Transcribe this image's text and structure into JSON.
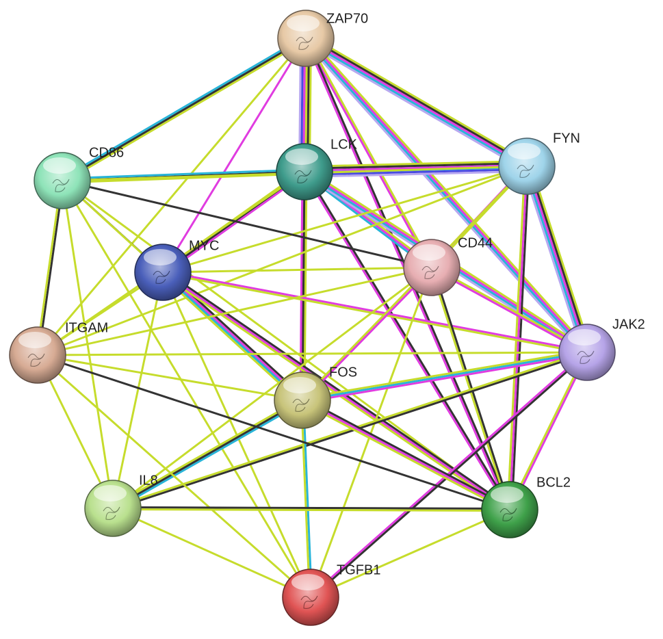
{
  "nodes": [
    {
      "id": "ZAP70",
      "label": "ZAP70",
      "color": "#e7c9a6"
    },
    {
      "id": "LCK",
      "label": "LCK",
      "color": "#3f9c8c"
    },
    {
      "id": "FYN",
      "label": "FYN",
      "color": "#9fd4ea"
    },
    {
      "id": "CD86",
      "label": "CD86",
      "color": "#8ee3b8"
    },
    {
      "id": "MYC",
      "label": "MYC",
      "color": "#4a5fba"
    },
    {
      "id": "CD44",
      "label": "CD44",
      "color": "#e7aeb2"
    },
    {
      "id": "JAK2",
      "label": "JAK2",
      "color": "#b6a4e8"
    },
    {
      "id": "ITGAM",
      "label": "ITGAM",
      "color": "#d7ab94"
    },
    {
      "id": "FOS",
      "label": "FOS",
      "color": "#c8c47a"
    },
    {
      "id": "IL8",
      "label": "IL8",
      "color": "#b9e08e"
    },
    {
      "id": "BCL2",
      "label": "BCL2",
      "color": "#3fa14a"
    },
    {
      "id": "TGFB1",
      "label": "TGFB1",
      "color": "#e05454"
    }
  ],
  "edge_colors": {
    "yellow": "#c6dc2c",
    "black": "#333333",
    "magenta": "#e03ce0",
    "cyan": "#28b4d8",
    "blue": "#4a4ae0",
    "lavender": "#b8a8f0"
  },
  "edges": [
    {
      "a": "ZAP70",
      "b": "LCK",
      "c": [
        "yellow",
        "black",
        "magenta",
        "cyan",
        "blue",
        "lavender"
      ]
    },
    {
      "a": "ZAP70",
      "b": "FYN",
      "c": [
        "yellow",
        "black",
        "magenta",
        "cyan",
        "lavender"
      ]
    },
    {
      "a": "ZAP70",
      "b": "CD86",
      "c": [
        "yellow",
        "black",
        "cyan"
      ]
    },
    {
      "a": "ZAP70",
      "b": "MYC",
      "c": [
        "magenta"
      ]
    },
    {
      "a": "ZAP70",
      "b": "CD44",
      "c": [
        "yellow",
        "magenta"
      ]
    },
    {
      "a": "ZAP70",
      "b": "JAK2",
      "c": [
        "yellow",
        "magenta",
        "cyan",
        "lavender"
      ]
    },
    {
      "a": "ZAP70",
      "b": "FOS",
      "c": [
        "yellow",
        "magenta"
      ]
    },
    {
      "a": "ZAP70",
      "b": "BCL2",
      "c": [
        "black",
        "magenta"
      ]
    },
    {
      "a": "ZAP70",
      "b": "ITGAM",
      "c": [
        "yellow"
      ]
    },
    {
      "a": "LCK",
      "b": "FYN",
      "c": [
        "yellow",
        "black",
        "magenta",
        "cyan",
        "blue",
        "lavender"
      ]
    },
    {
      "a": "LCK",
      "b": "CD86",
      "c": [
        "yellow",
        "black",
        "cyan"
      ]
    },
    {
      "a": "LCK",
      "b": "MYC",
      "c": [
        "magenta",
        "black",
        "yellow"
      ]
    },
    {
      "a": "LCK",
      "b": "CD44",
      "c": [
        "yellow",
        "magenta",
        "cyan"
      ]
    },
    {
      "a": "LCK",
      "b": "JAK2",
      "c": [
        "yellow",
        "magenta",
        "cyan",
        "lavender"
      ]
    },
    {
      "a": "LCK",
      "b": "FOS",
      "c": [
        "yellow",
        "black",
        "magenta"
      ]
    },
    {
      "a": "LCK",
      "b": "BCL2",
      "c": [
        "black",
        "magenta"
      ]
    },
    {
      "a": "LCK",
      "b": "ITGAM",
      "c": [
        "yellow"
      ]
    },
    {
      "a": "FYN",
      "b": "CD86",
      "c": [
        "yellow"
      ]
    },
    {
      "a": "FYN",
      "b": "CD44",
      "c": [
        "yellow",
        "magenta"
      ]
    },
    {
      "a": "FYN",
      "b": "JAK2",
      "c": [
        "yellow",
        "black",
        "magenta",
        "cyan",
        "lavender"
      ]
    },
    {
      "a": "FYN",
      "b": "BCL2",
      "c": [
        "black",
        "magenta",
        "yellow"
      ]
    },
    {
      "a": "FYN",
      "b": "MYC",
      "c": [
        "yellow"
      ]
    },
    {
      "a": "FYN",
      "b": "FOS",
      "c": [
        "yellow"
      ]
    },
    {
      "a": "FYN",
      "b": "ITGAM",
      "c": [
        "yellow"
      ]
    },
    {
      "a": "CD86",
      "b": "MYC",
      "c": [
        "black"
      ]
    },
    {
      "a": "CD86",
      "b": "CD44",
      "c": [
        "black"
      ]
    },
    {
      "a": "CD86",
      "b": "ITGAM",
      "c": [
        "black",
        "yellow"
      ]
    },
    {
      "a": "CD86",
      "b": "IL8",
      "c": [
        "yellow"
      ]
    },
    {
      "a": "CD86",
      "b": "FOS",
      "c": [
        "yellow"
      ]
    },
    {
      "a": "CD86",
      "b": "TGFB1",
      "c": [
        "yellow"
      ]
    },
    {
      "a": "CD86",
      "b": "BCL2",
      "c": [
        "yellow"
      ]
    },
    {
      "a": "MYC",
      "b": "FOS",
      "c": [
        "black",
        "magenta",
        "cyan",
        "yellow"
      ]
    },
    {
      "a": "MYC",
      "b": "BCL2",
      "c": [
        "black",
        "magenta",
        "yellow"
      ]
    },
    {
      "a": "MYC",
      "b": "JAK2",
      "c": [
        "magenta",
        "yellow"
      ]
    },
    {
      "a": "MYC",
      "b": "CD44",
      "c": [
        "yellow"
      ]
    },
    {
      "a": "MYC",
      "b": "ITGAM",
      "c": [
        "yellow"
      ]
    },
    {
      "a": "MYC",
      "b": "IL8",
      "c": [
        "yellow"
      ]
    },
    {
      "a": "MYC",
      "b": "TGFB1",
      "c": [
        "yellow"
      ]
    },
    {
      "a": "CD44",
      "b": "FOS",
      "c": [
        "magenta",
        "yellow"
      ]
    },
    {
      "a": "CD44",
      "b": "BCL2",
      "c": [
        "black",
        "yellow"
      ]
    },
    {
      "a": "CD44",
      "b": "JAK2",
      "c": [
        "yellow",
        "magenta"
      ]
    },
    {
      "a": "CD44",
      "b": "ITGAM",
      "c": [
        "yellow"
      ]
    },
    {
      "a": "CD44",
      "b": "IL8",
      "c": [
        "yellow"
      ]
    },
    {
      "a": "CD44",
      "b": "TGFB1",
      "c": [
        "yellow"
      ]
    },
    {
      "a": "JAK2",
      "b": "FOS",
      "c": [
        "magenta",
        "cyan",
        "yellow"
      ]
    },
    {
      "a": "JAK2",
      "b": "BCL2",
      "c": [
        "magenta",
        "yellow"
      ]
    },
    {
      "a": "JAK2",
      "b": "TGFB1",
      "c": [
        "black",
        "magenta"
      ]
    },
    {
      "a": "JAK2",
      "b": "IL8",
      "c": [
        "black",
        "yellow"
      ]
    },
    {
      "a": "JAK2",
      "b": "ITGAM",
      "c": [
        "yellow"
      ]
    },
    {
      "a": "FOS",
      "b": "BCL2",
      "c": [
        "black",
        "magenta",
        "yellow"
      ]
    },
    {
      "a": "FOS",
      "b": "TGFB1",
      "c": [
        "cyan",
        "yellow"
      ]
    },
    {
      "a": "FOS",
      "b": "IL8",
      "c": [
        "cyan",
        "black",
        "yellow"
      ]
    },
    {
      "a": "FOS",
      "b": "ITGAM",
      "c": [
        "yellow"
      ]
    },
    {
      "a": "ITGAM",
      "b": "BCL2",
      "c": [
        "black"
      ]
    },
    {
      "a": "ITGAM",
      "b": "IL8",
      "c": [
        "yellow"
      ]
    },
    {
      "a": "ITGAM",
      "b": "TGFB1",
      "c": [
        "yellow"
      ]
    },
    {
      "a": "IL8",
      "b": "BCL2",
      "c": [
        "black",
        "yellow"
      ]
    },
    {
      "a": "IL8",
      "b": "TGFB1",
      "c": [
        "yellow"
      ]
    },
    {
      "a": "BCL2",
      "b": "TGFB1",
      "c": [
        "yellow"
      ]
    }
  ]
}
